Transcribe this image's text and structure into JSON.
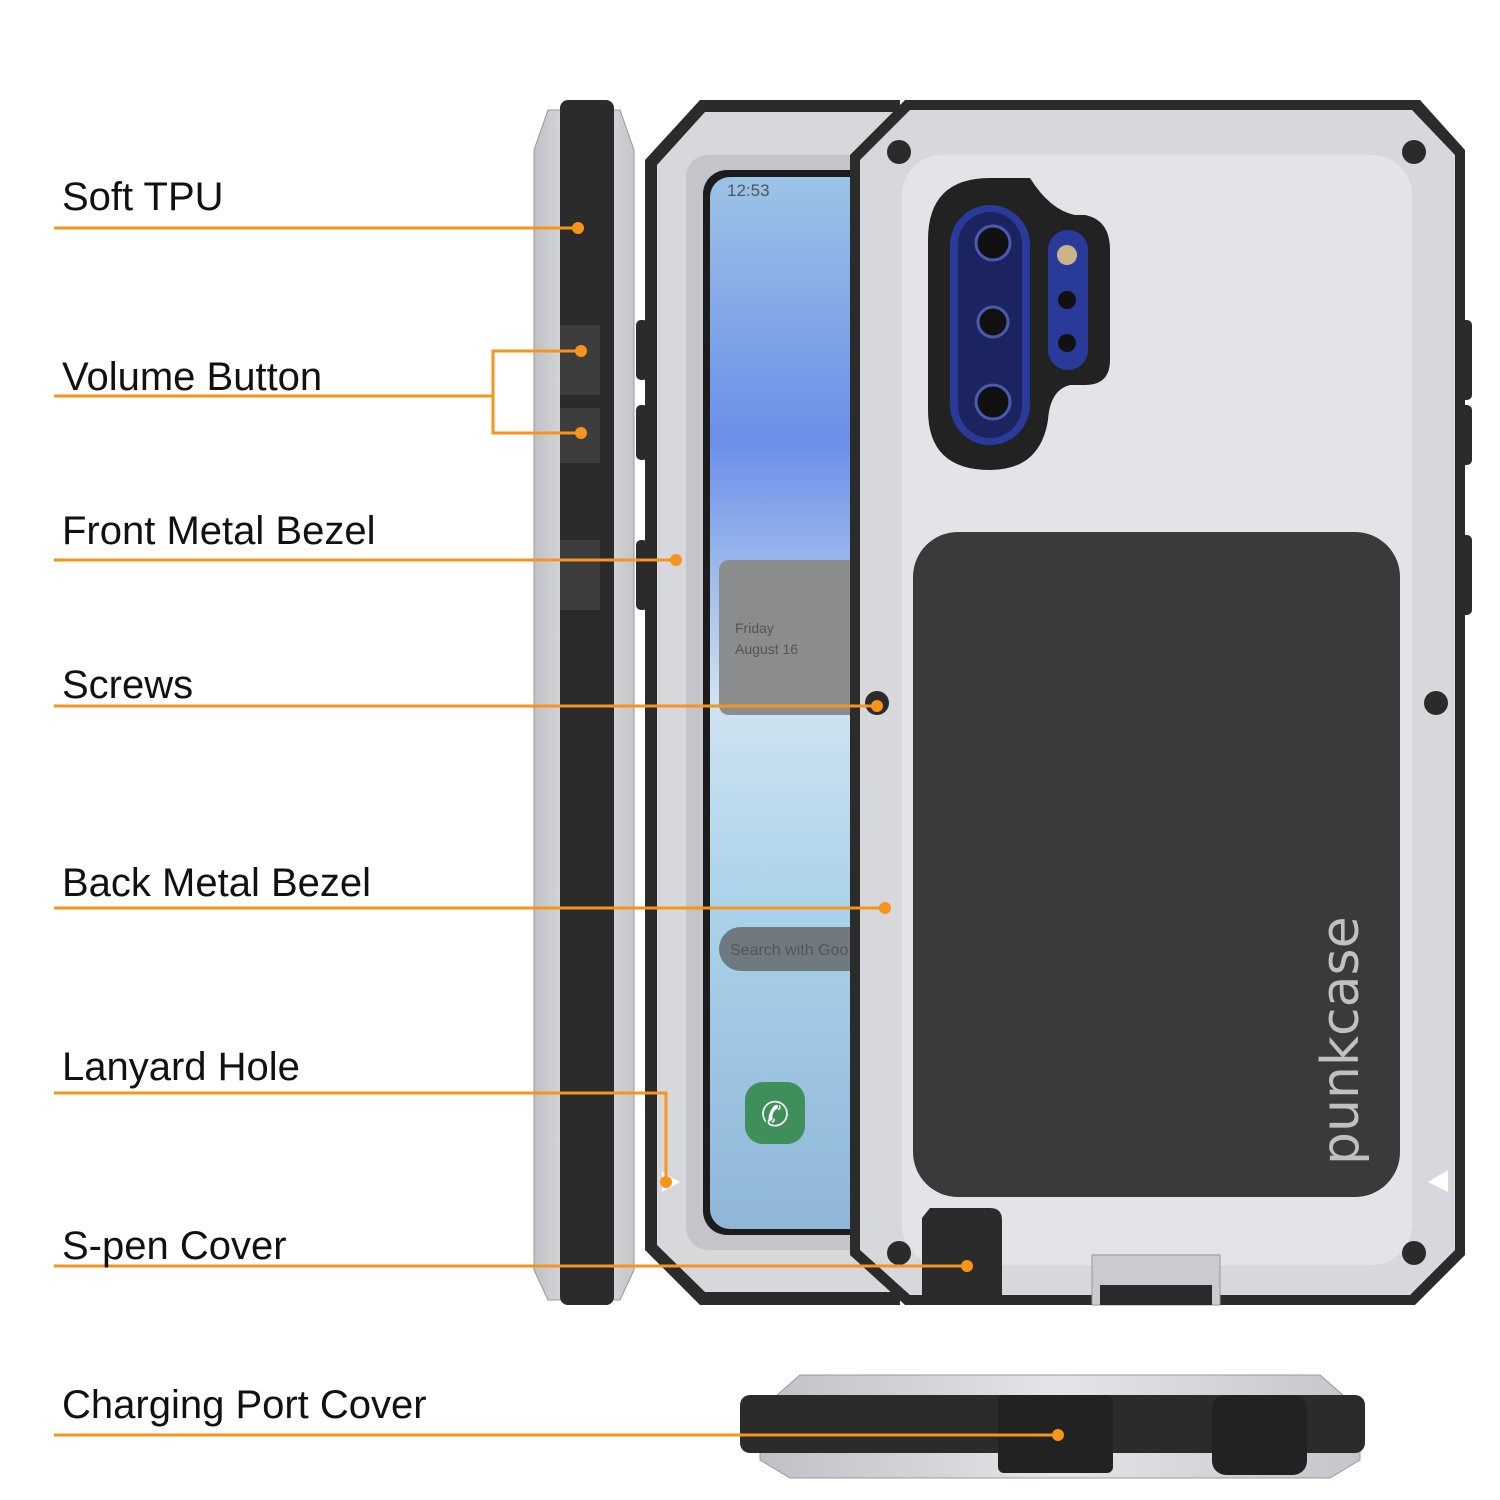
{
  "labels": {
    "soft_tpu": "Soft TPU",
    "volume_button": "Volume Button",
    "front_metal_bezel": "Front Metal Bezel",
    "screws": "Screws",
    "back_metal_bezel": "Back Metal Bezel",
    "lanyard_hole": "Lanyard Hole",
    "spen_cover": "S-pen Cover",
    "charging_port_cover": "Charging Port Cover"
  },
  "screen": {
    "time": "12:53",
    "day": "Friday",
    "date": "August 16",
    "search": "Search with Goo"
  },
  "brand": "punkcase",
  "colors": {
    "leader": "#f7941d",
    "metal": "#d4d6da",
    "tpu": "#2b2b2b",
    "back_panel": "#3a3a3a"
  }
}
